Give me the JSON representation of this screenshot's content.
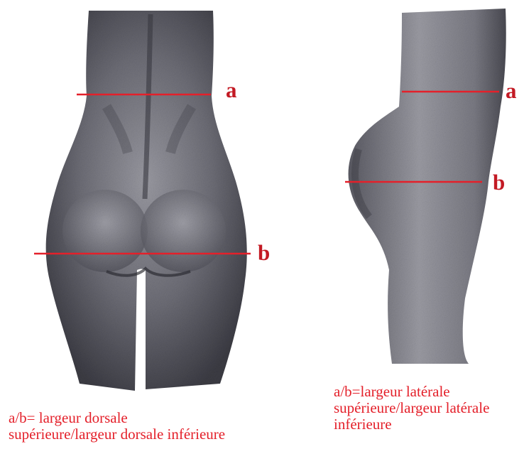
{
  "colors": {
    "accent": "#e4202a",
    "figure_dark": "#3a3a42",
    "figure_light": "#c9c9cf"
  },
  "back_view": {
    "marker_a": "a",
    "marker_b": "b",
    "caption_line1": "a/b= largeur dorsale",
    "caption_line2": "supérieure/largeur dorsale inférieure"
  },
  "side_view": {
    "marker_a": "a",
    "marker_b": "b",
    "caption_line1": "a/b=largeur latérale",
    "caption_line2": "supérieure/largeur latérale",
    "caption_line3": "inférieure"
  }
}
